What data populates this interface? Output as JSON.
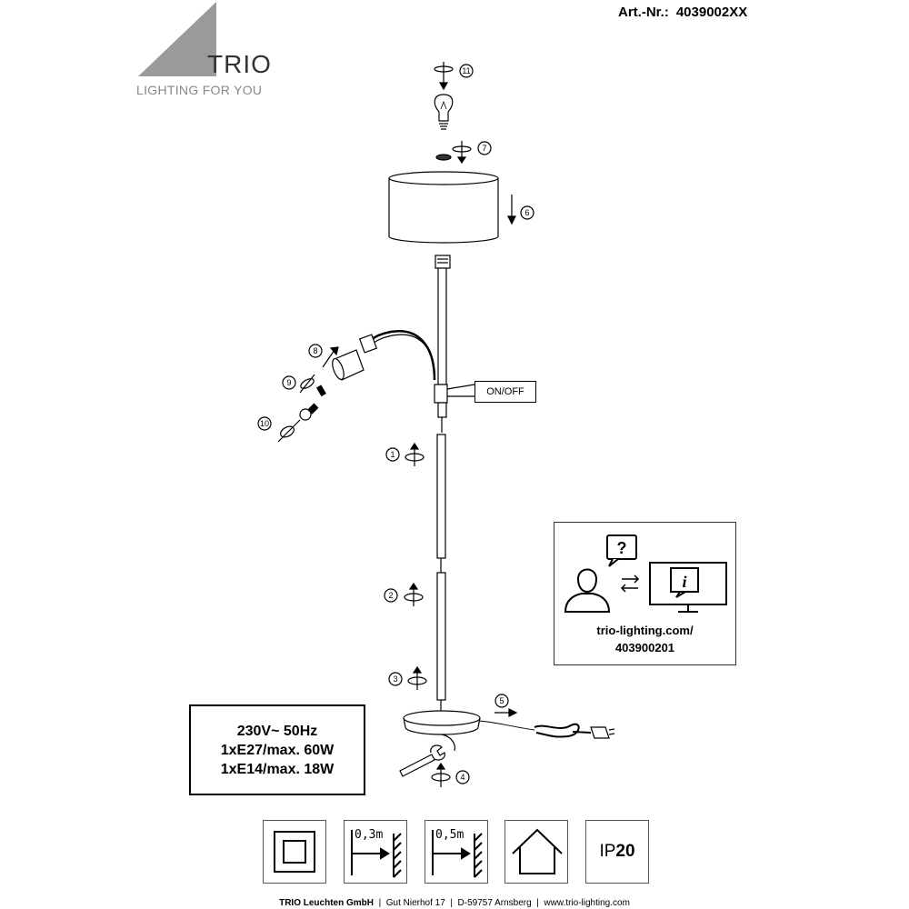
{
  "header": {
    "art_label": "Art.-Nr.:",
    "art_number": "4039002XX"
  },
  "brand": {
    "name": "TRIO",
    "tagline": "LIGHTING FOR YOU",
    "logo_color": "#999999"
  },
  "diagram": {
    "switch_label": "ON/OFF",
    "steps": [
      "1",
      "2",
      "3",
      "4",
      "5",
      "6",
      "7",
      "8",
      "9",
      "10",
      "11"
    ]
  },
  "specs": {
    "line1": "230V~ 50Hz",
    "line2": "1xE27/max. 60W",
    "line3": "1xE14/max. 18W"
  },
  "support": {
    "url_line1": "trio-lighting.com/",
    "url_line2": "403900201",
    "question_icon": "question-bubble-icon",
    "person_icon": "person-icon",
    "exchange_icon": "exchange-arrows-icon",
    "monitor_icon": "info-monitor-icon"
  },
  "symbols": {
    "class2_icon": "double-insulation-icon",
    "distance1": "0,3m",
    "distance2": "0,5m",
    "indoor_icon": "house-icon",
    "ip_prefix": "IP",
    "ip_number": "20"
  },
  "footer": {
    "company": "TRIO Leuchten GmbH",
    "address": "Gut Nierhof 17",
    "city": "D-59757 Arnsberg",
    "web": "www.trio-lighting.com",
    "separator": "|"
  }
}
